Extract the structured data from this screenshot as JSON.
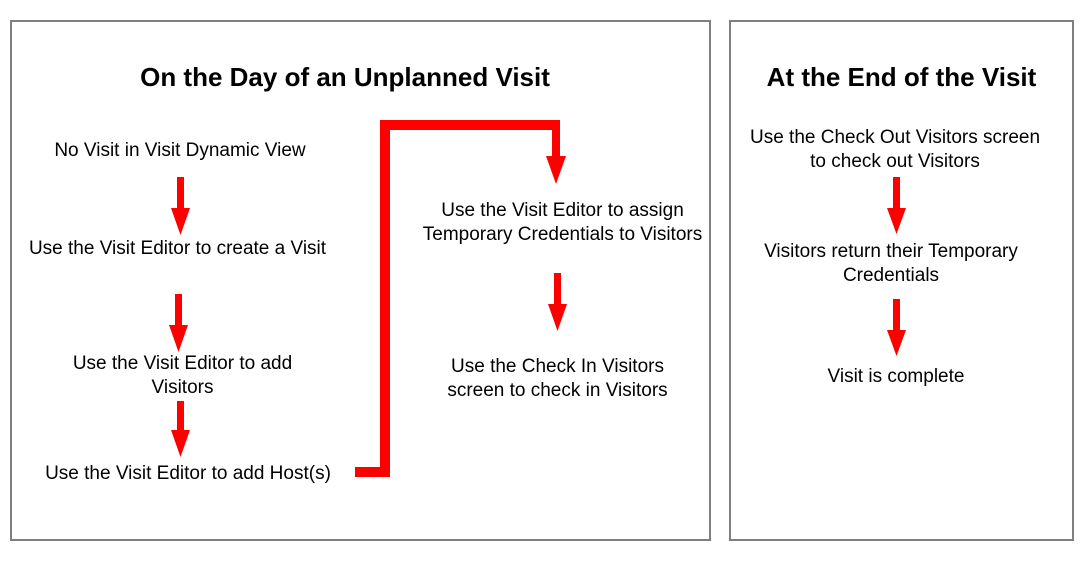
{
  "colors": {
    "arrow": "#ff0000",
    "border": "#7f7f7f",
    "text": "#000000",
    "background": "#ffffff"
  },
  "left_panel": {
    "title": "On the Day of an Unplanned Visit",
    "column1": [
      "No Visit in Visit Dynamic View",
      "Use the Visit Editor to create a Visit",
      "Use the Visit Editor to add Visitors",
      "Use the Visit Editor to add Host(s)"
    ],
    "column2": [
      "Use the Visit Editor to assign Temporary Credentials to Visitors",
      "Use the Check In Visitors screen to check in Visitors"
    ]
  },
  "right_panel": {
    "title": "At the End of the Visit",
    "steps": [
      "Use the Check Out Visitors screen to check out Visitors",
      "Visitors return their Temporary Credentials",
      "Visit is complete"
    ]
  }
}
